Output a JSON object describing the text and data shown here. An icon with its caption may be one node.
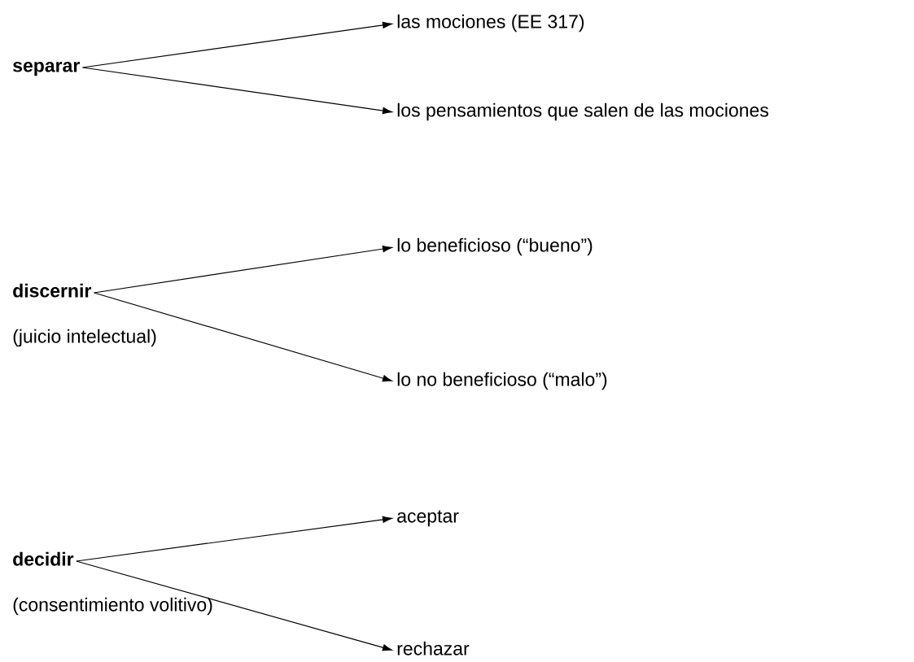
{
  "diagram": {
    "nodes": [
      {
        "text": [
          "**separar**"
        ]
      },
      {
        "text": [
          "las mociones  (EE 317)"
        ]
      },
      {
        "text": [
          "los pensamientos que salen de las mociones"
        ]
      },
      {
        "text": [
          "**discernir**"
        ],
        "beside": [
          "(juicio intelectual)"
        ]
      },
      {
        "text": [
          "lo beneficioso (“bueno”)"
        ]
      },
      {
        "text": [
          "lo no beneficioso (“malo”)"
        ]
      },
      {
        "text": [
          "**decidir**"
        ],
        "beside": [
          "(consentimiento volitivo)"
        ]
      },
      {
        "text": [
          "aceptar"
        ]
      },
      {
        "text": [
          "rechazar"
        ]
      }
    ],
    "edges": [
      {
        "from": 0,
        "to": 1,
        "arrow": "to"
      },
      {
        "from": 0,
        "to": 2,
        "arrow": "to"
      },
      {
        "from": 3,
        "to": 4,
        "arrow": "to"
      },
      {
        "from": 3,
        "to": 5,
        "arrow": "to"
      },
      {
        "from": 6,
        "to": 7,
        "arrow": "to"
      },
      {
        "from": 6,
        "to": 8,
        "arrow": "to"
      }
    ]
  }
}
